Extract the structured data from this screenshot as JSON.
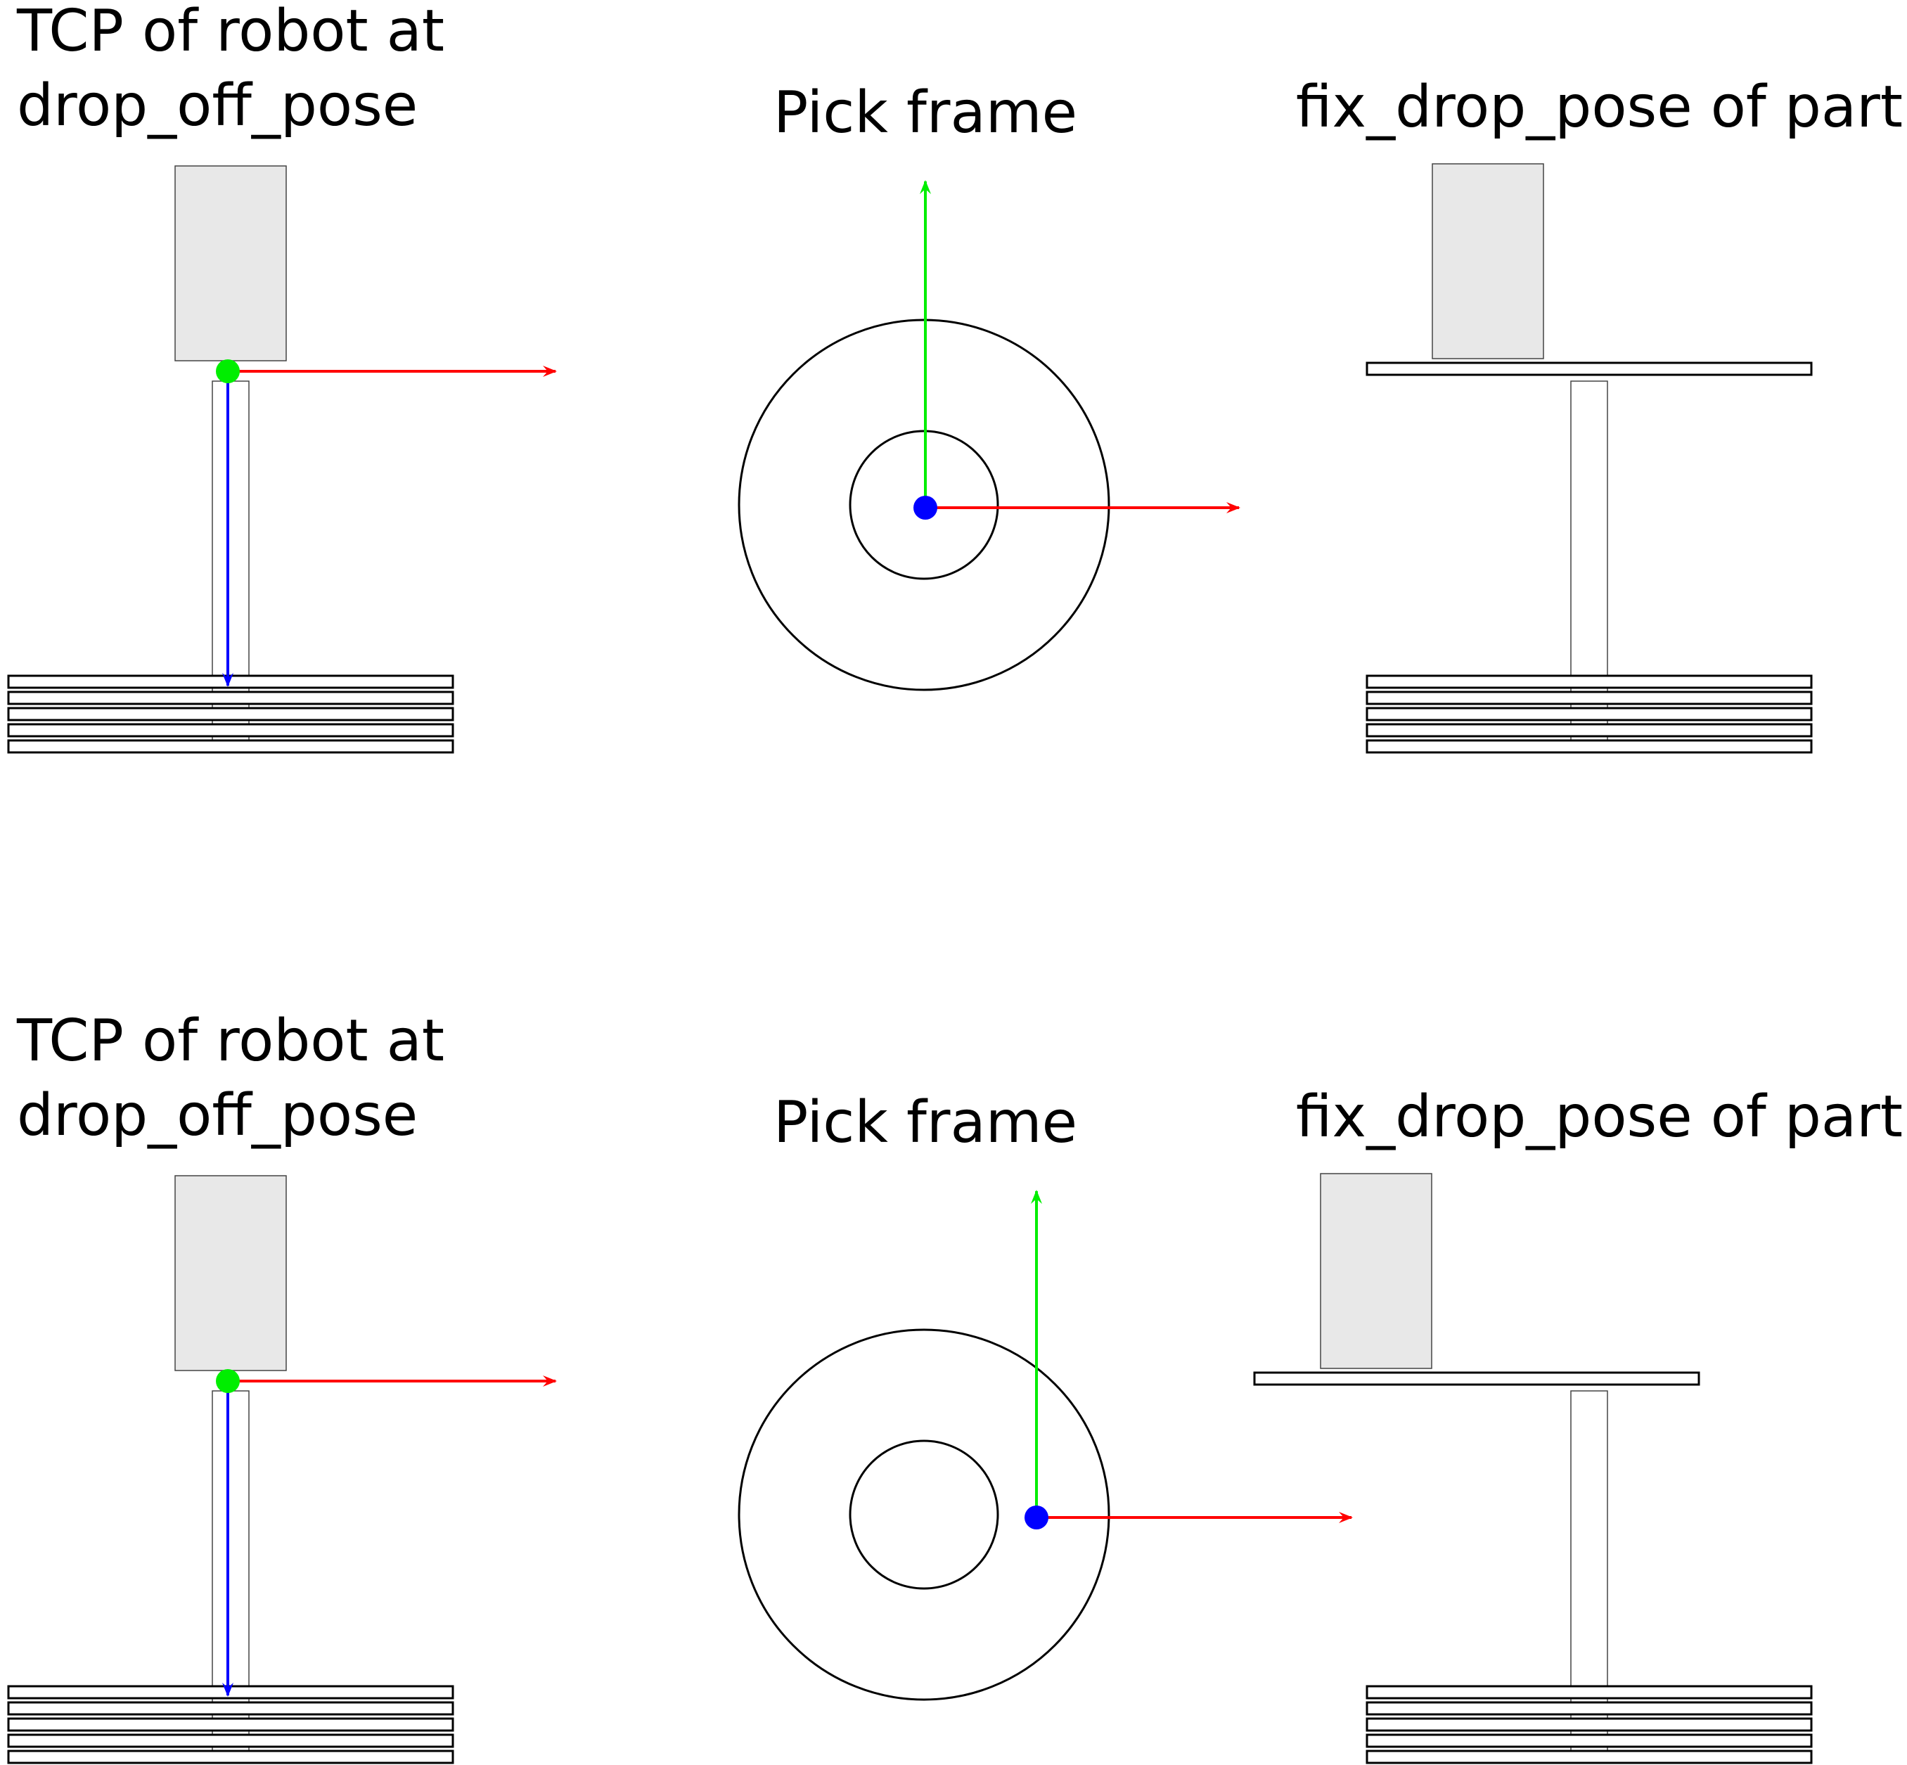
{
  "colors": {
    "x_axis": "#ff0000",
    "y_axis": "#00ee00",
    "z_axis": "#0000ff",
    "tcp_point": "#00ee00",
    "pick_origin": "#0000ff",
    "part_fill": "#e8e8e8"
  },
  "panels": [
    {
      "tcp_label": [
        "TCP of robot at",
        "drop_off_pose"
      ],
      "pick_label": "Pick frame",
      "fix_label": "fix_drop_pose of part"
    },
    {
      "tcp_label": [
        "TCP of robot at",
        "drop_off_pose"
      ],
      "pick_label": "Pick frame",
      "fix_label": "fix_drop_pose of part"
    }
  ]
}
